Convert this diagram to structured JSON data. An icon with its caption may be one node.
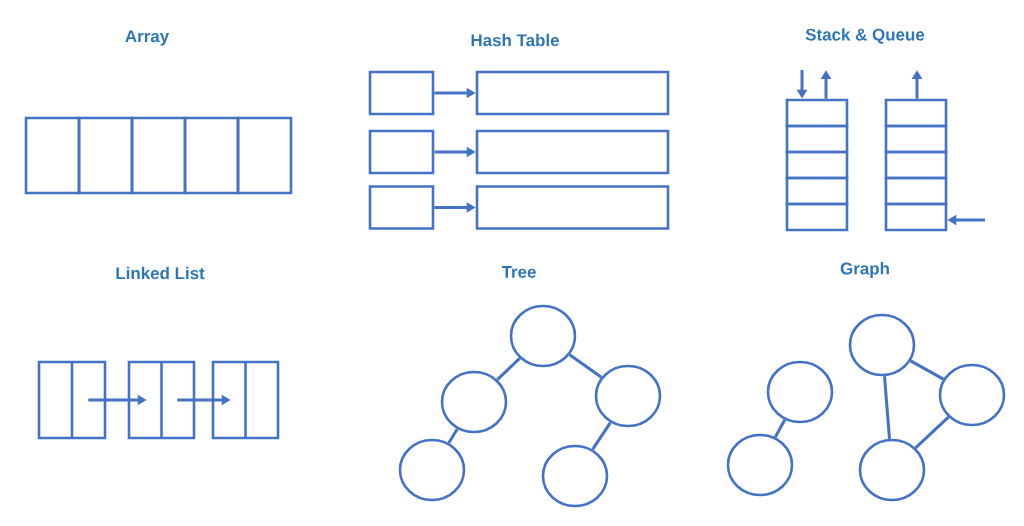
{
  "diagram": {
    "nodes": [
      {
        "text": [],
        "shape": "box"
      },
      {
        "text": [],
        "shape": "box"
      },
      {
        "text": [],
        "shape": "box"
      },
      {
        "text": [],
        "shape": "box"
      },
      {
        "text": [],
        "shape": "box"
      },
      {
        "text": [],
        "shape": "box"
      },
      {
        "text": [],
        "shape": "box"
      },
      {
        "text": [],
        "shape": "box"
      },
      {
        "text": [],
        "shape": "box"
      },
      {
        "text": [],
        "shape": "box"
      },
      {
        "text": [],
        "shape": "box"
      },
      {
        "text": [],
        "shape": "box"
      },
      {
        "text": [],
        "shape": "box"
      },
      {
        "text": [],
        "shape": "box"
      },
      {
        "text": [],
        "shape": "box"
      },
      {
        "text": [],
        "shape": "box"
      },
      {
        "text": [],
        "shape": "box"
      },
      {
        "text": [],
        "shape": "box"
      },
      {
        "text": [],
        "shape": "box"
      },
      {
        "text": [],
        "shape": "box"
      },
      {
        "text": [],
        "shape": "box"
      },
      {
        "text": [],
        "shape": "box"
      },
      {
        "text": [],
        "shape": "box"
      },
      {
        "text": [],
        "shape": "box"
      },
      {
        "text": [],
        "shape": "circle"
      },
      {
        "text": [],
        "shape": "circle"
      },
      {
        "text": [],
        "shape": "circle"
      },
      {
        "text": [],
        "shape": "circle"
      },
      {
        "text": [],
        "shape": "circle"
      },
      {
        "text": [],
        "shape": "circle"
      },
      {
        "text": [],
        "shape": "circle"
      },
      {
        "text": [],
        "shape": "circle"
      },
      {
        "text": [],
        "shape": "circle"
      },
      {
        "text": [],
        "shape": "circle"
      }
    ],
    "edges": [
      {
        "from": 5,
        "to": 6,
        "arrow": "to"
      },
      {
        "from": 7,
        "to": 8,
        "arrow": "to"
      },
      {
        "from": 9,
        "to": 10,
        "arrow": "to"
      },
      {
        "from": null,
        "to": 11,
        "arrow": "to"
      },
      {
        "from": 11,
        "to": null,
        "arrow": "to"
      },
      {
        "from": 16,
        "to": null,
        "arrow": "to"
      },
      {
        "from": null,
        "to": 20,
        "arrow": "to"
      },
      {
        "from": 21,
        "to": 22,
        "arrow": "to"
      },
      {
        "from": 22,
        "to": 23,
        "arrow": "to"
      },
      {
        "from": 24,
        "to": 25,
        "arrow": "none"
      },
      {
        "from": 24,
        "to": 26,
        "arrow": "none"
      },
      {
        "from": 25,
        "to": 27,
        "arrow": "none"
      },
      {
        "from": 26,
        "to": 28,
        "arrow": "none"
      },
      {
        "from": 30,
        "to": 32,
        "arrow": "none"
      },
      {
        "from": 29,
        "to": 33,
        "arrow": "none"
      },
      {
        "from": 29,
        "to": 31,
        "arrow": "none"
      },
      {
        "from": 31,
        "to": 33,
        "arrow": "none"
      }
    ],
    "labels": [
      "Array",
      "Hash Table",
      "Stack & Queue",
      "Linked List",
      "Tree",
      "Graph"
    ]
  }
}
